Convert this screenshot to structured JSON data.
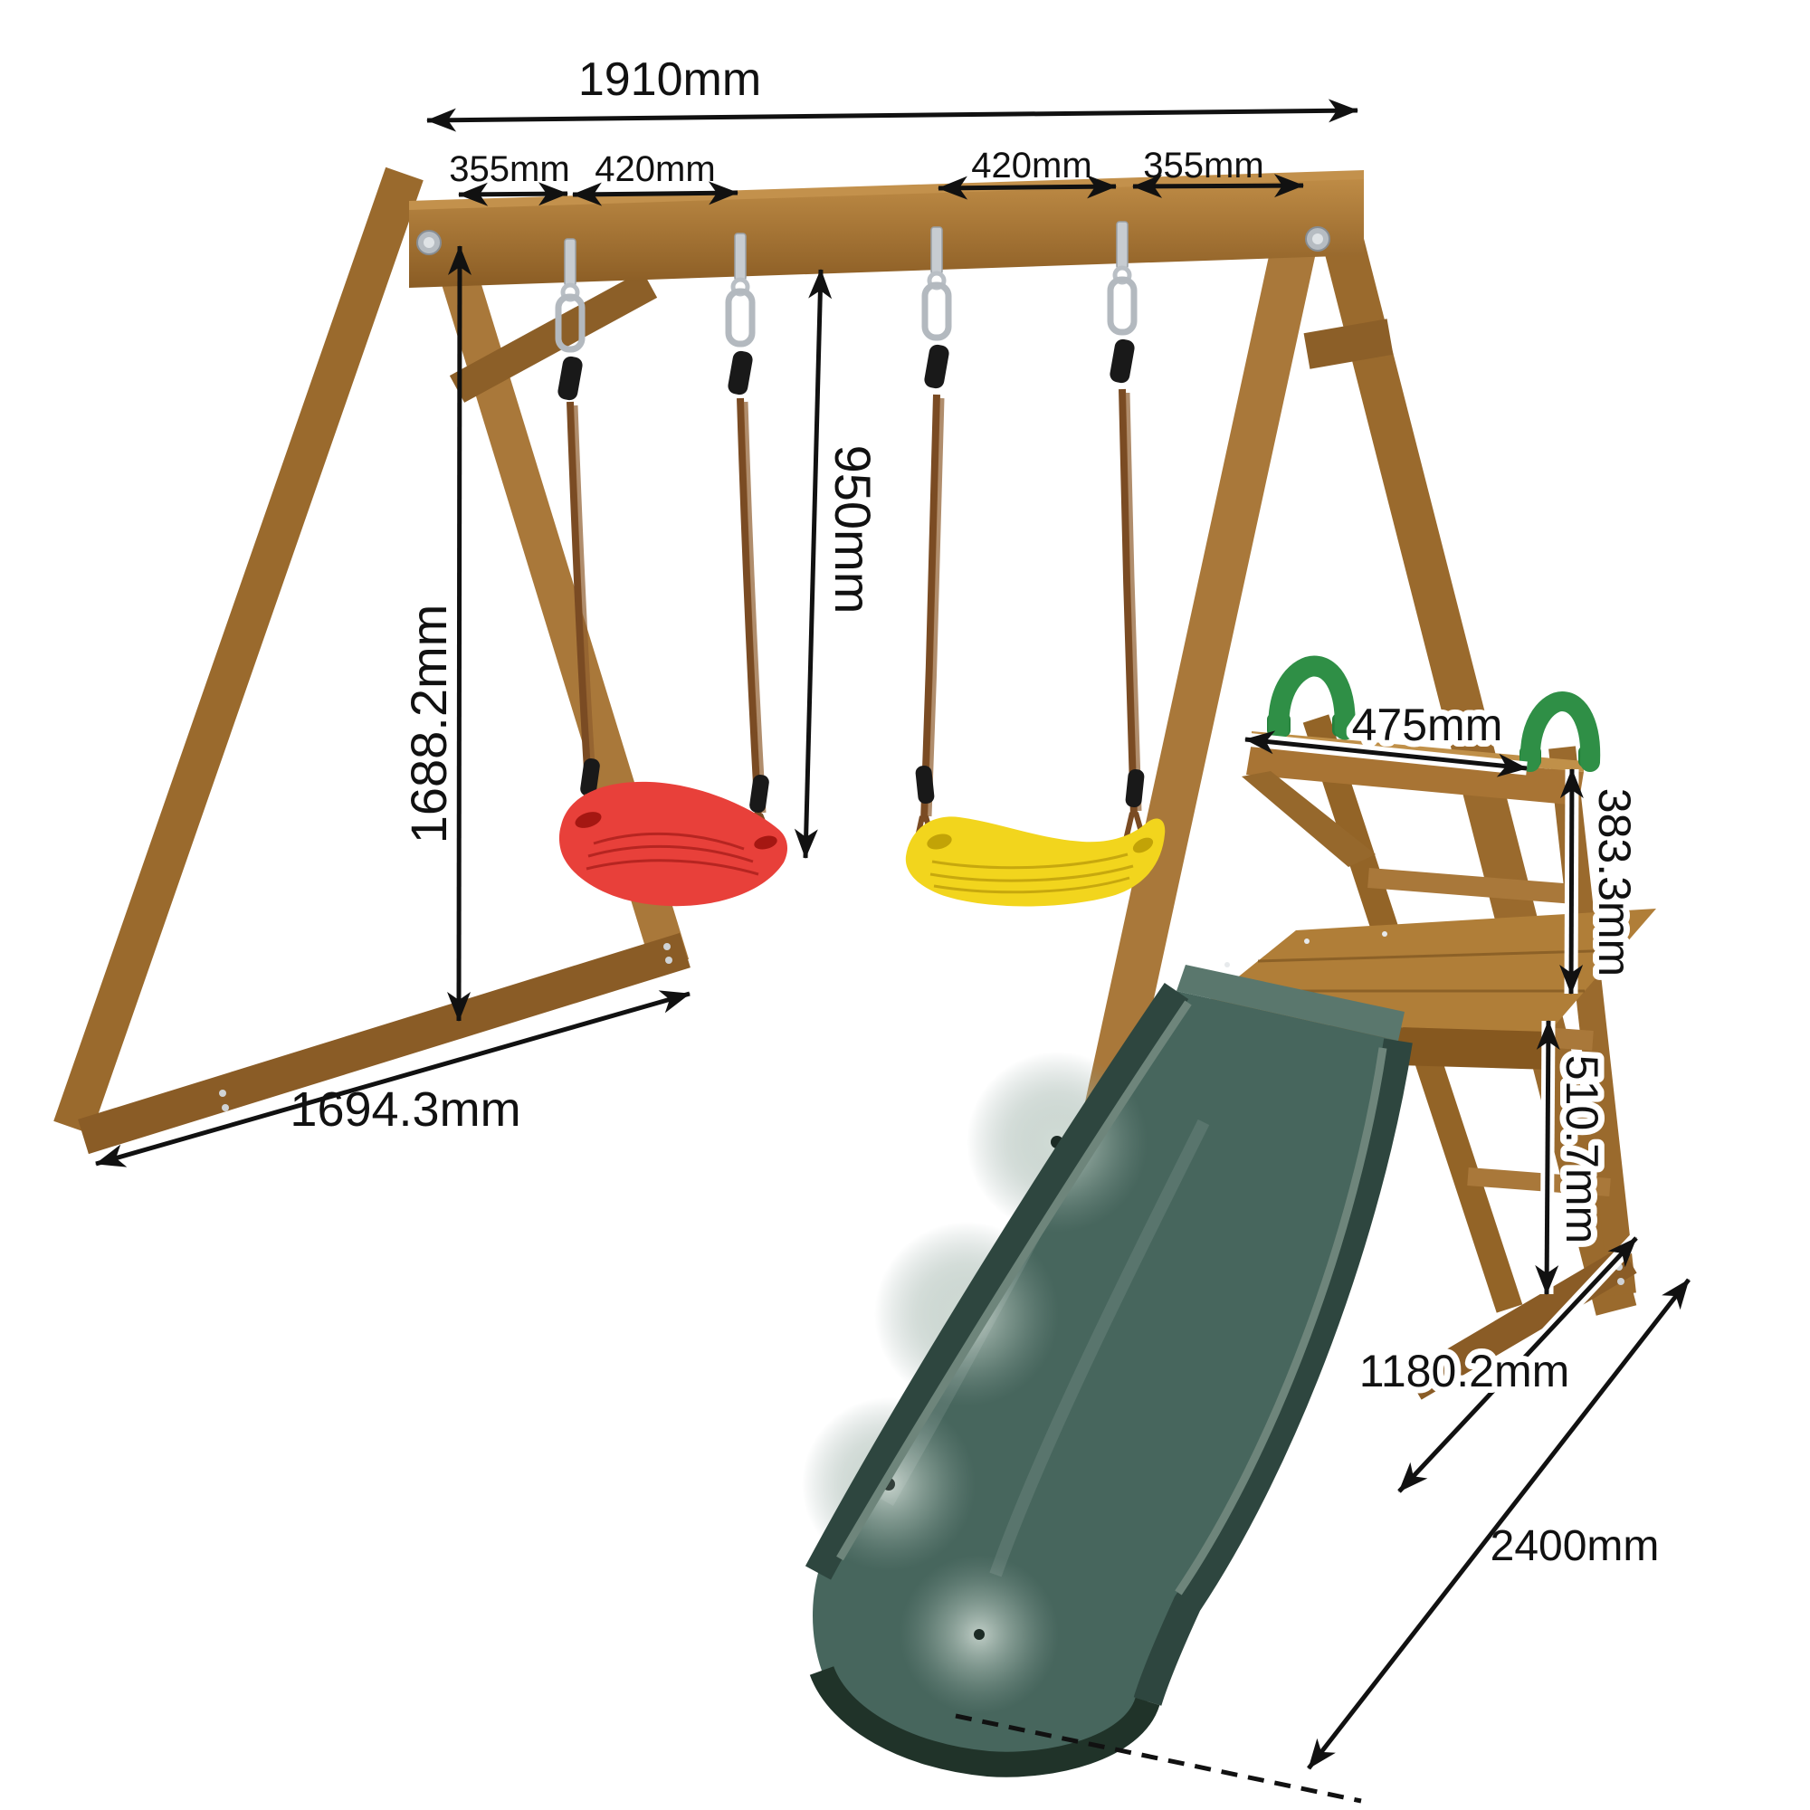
{
  "image": {
    "background": "#ffffff",
    "subject": "Wooden A-frame swing set with two belt swings, climbing platform, ladder and slide, annotated with dimensions"
  },
  "dimensions": {
    "overall_width": "1910mm",
    "left_edge_to_swing": "355mm",
    "left_swing_width": "420mm",
    "right_swing_width": "420mm",
    "right_swing_to_edge": "355mm",
    "swing_clearance": "950mm",
    "frame_height": "1688.2mm",
    "base_depth": "1694.3mm",
    "platform_width": "475mm",
    "handle_rail_height": "383.3mm",
    "platform_height": "510.7mm",
    "ladder_base_length": "1180.2mm",
    "overall_depth": "2400mm"
  },
  "colors": {
    "wood": "#a2712f",
    "wood_light": "#c3914c",
    "wood_dark": "#86581f",
    "slide_green": "#47665d",
    "slide_rail": "#2e463f",
    "handle_green": "#2f8f46",
    "swing_red": "#e8403a",
    "swing_yellow": "#f2d51d",
    "rope": "#7a4b23",
    "metal": "#c3c9cf",
    "ink": "#111111"
  }
}
